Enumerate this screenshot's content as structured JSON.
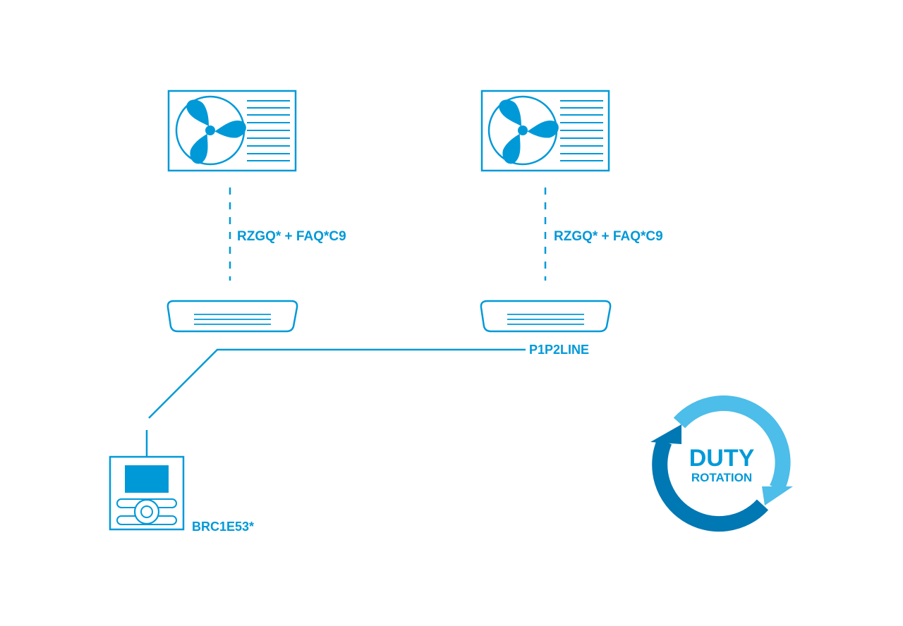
{
  "colors": {
    "primary": "#0099d8",
    "dark": "#0078b4",
    "light": "#4dbde9",
    "background": "#ffffff"
  },
  "units": {
    "left": {
      "outdoor_icon": "outdoor-unit-fan-icon",
      "indoor_icon": "indoor-cassette-unit-icon",
      "model_label": "RZGQ* + FAQ*C9"
    },
    "right": {
      "outdoor_icon": "outdoor-unit-fan-icon",
      "indoor_icon": "indoor-cassette-unit-icon",
      "model_label": "RZGQ* + FAQ*C9"
    }
  },
  "line": {
    "label": "P1P2LINE"
  },
  "controller": {
    "icon": "remote-controller-icon",
    "label": "BRC1E53*"
  },
  "duty_rotation": {
    "icon": "rotation-arrows-icon",
    "line1": "DUTY",
    "line2": "ROTATION"
  }
}
